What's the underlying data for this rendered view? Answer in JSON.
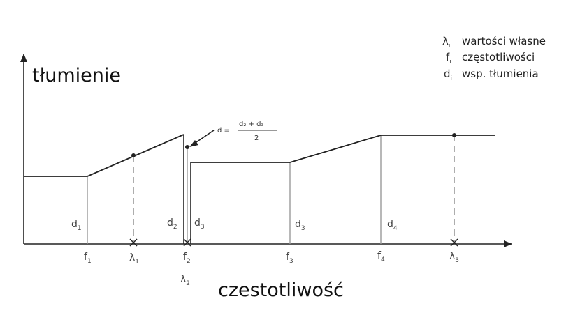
{
  "axes": {
    "y_title": "tłumienie",
    "x_title": "czestotliwość"
  },
  "legend": [
    {
      "symbol": "λ",
      "index": "i",
      "text": "wartości własne"
    },
    {
      "symbol": "f",
      "index": "i",
      "text": "częstotliwości"
    },
    {
      "symbol": "d",
      "index": "i",
      "text": "wsp. tłumienia"
    }
  ],
  "formula": {
    "lhs": "d =",
    "numerator": "d₂ + d₃",
    "denominator": "2"
  },
  "segment_labels": [
    {
      "base": "d",
      "sub": "1"
    },
    {
      "base": "d",
      "sub": "2"
    },
    {
      "base": "d",
      "sub": "3"
    },
    {
      "base": "d",
      "sub": "3"
    },
    {
      "base": "d",
      "sub": "4"
    }
  ],
  "frequency_labels": [
    {
      "base": "f",
      "sub": "1"
    },
    {
      "base": "f",
      "sub": "2"
    },
    {
      "base": "f",
      "sub": "3"
    },
    {
      "base": "f",
      "sub": "4"
    }
  ],
  "eigen_labels": [
    {
      "base": "λ",
      "sub": "1"
    },
    {
      "base": "λ",
      "sub": "2"
    },
    {
      "base": "λ",
      "sub": "3"
    }
  ],
  "colors": {
    "line": "#222222",
    "separator": "#9a9a9a",
    "dashed": "#8a8a8a"
  }
}
